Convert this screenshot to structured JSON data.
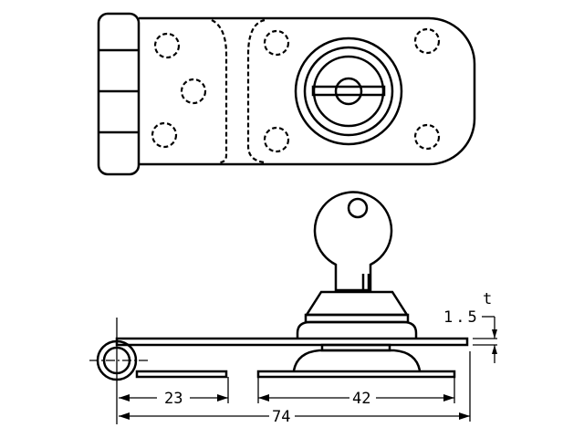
{
  "drawing": {
    "dimensions": {
      "hinge_leaf_length": "23",
      "lock_plate_length": "42",
      "overall_length": "74",
      "thickness_value": "1.5",
      "thickness_symbol": "t"
    },
    "line_color": "#000000",
    "background": "#ffffff"
  }
}
